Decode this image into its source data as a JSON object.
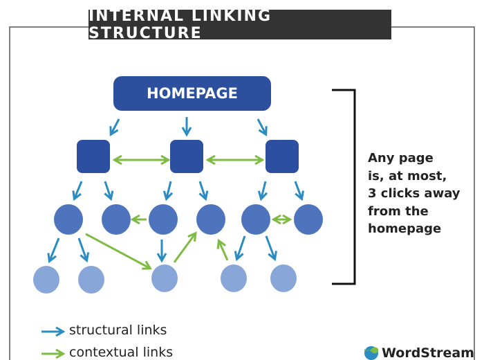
{
  "title": "INTERNAL LINKING STRUCTURE",
  "homepage_label": "HOMEPAGE",
  "note_lines": [
    "Any page",
    "is, at most,",
    "3 clicks away",
    "from the",
    "homepage"
  ],
  "legend": {
    "structural": "structural links",
    "contextual": "contextual links"
  },
  "brand": "WordStream",
  "colors": {
    "structural": "#2a8cc0",
    "contextual": "#7dbb42",
    "level1": "#2d4fa0",
    "level2": "#4d74bc",
    "level3": "#88a6d8",
    "title_bg": "#333333"
  }
}
